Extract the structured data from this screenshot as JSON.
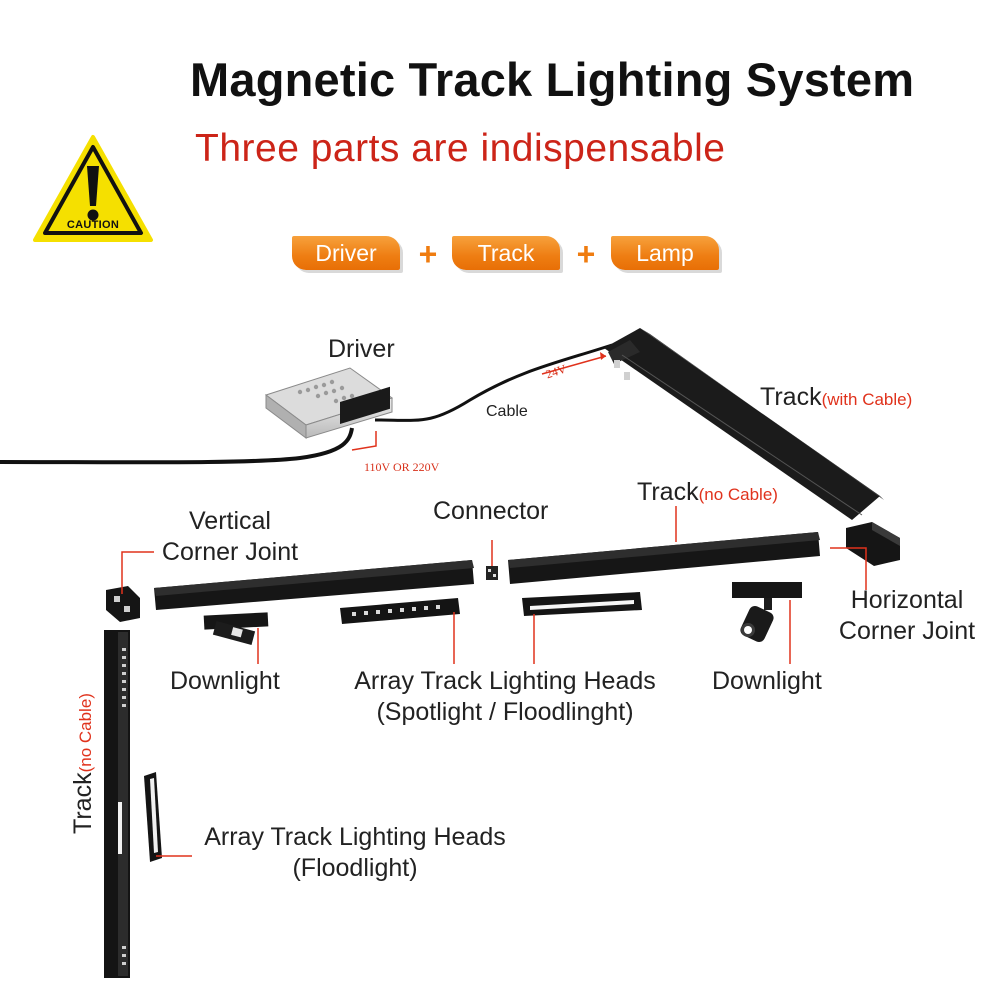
{
  "header": {
    "title": "Magnetic Track Lighting System",
    "subtitle": "Three parts are indispensable"
  },
  "caution_sign": {
    "icon": "caution-triangle-icon",
    "text": "CAUTION",
    "color": "#f5e000"
  },
  "parts_formula": {
    "items": [
      "Driver",
      "Track",
      "Lamp"
    ],
    "operator": "+",
    "color": "#ef7c10"
  },
  "labels": {
    "driver": "Driver",
    "cable": "Cable",
    "voltage_24v": "24V",
    "voltage_input": "110V OR 220V",
    "track_with_cable": "Track",
    "track_with_cable_note": "(with Cable)",
    "track_no_cable": "Track",
    "track_no_cable_note": "(no Cable)",
    "connector": "Connector",
    "vertical_corner_joint_line1": "Vertical",
    "vertical_corner_joint_line2": "Corner Joint",
    "horizontal_corner_joint_line1": "Horizontal",
    "horizontal_corner_joint_line2": "Corner Joint",
    "downlight_left": "Downlight",
    "downlight_right": "Downlight",
    "array_heads_line1": "Array Track Lighting Heads",
    "array_heads_line2": "(Spotlight / Floodlinght)",
    "array_flood_line1": "Array Track Lighting Heads",
    "array_flood_line2": "(Floodlight)",
    "vertical_track": "Track",
    "vertical_track_note": "(no Cable)"
  },
  "colors": {
    "accent_red": "#cc2418",
    "accent_orange": "#ef7c10",
    "product_black": "#111111"
  }
}
